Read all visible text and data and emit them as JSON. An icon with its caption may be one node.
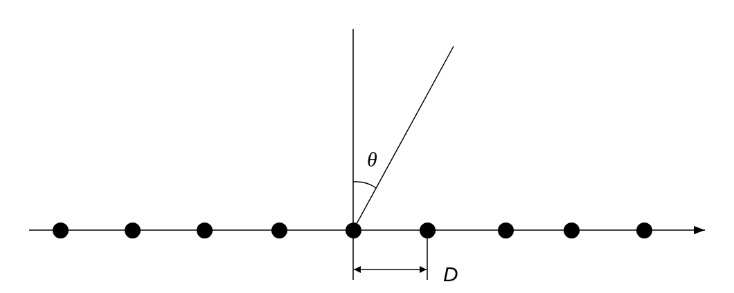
{
  "diagram": {
    "nodes": [
      {
        "text": [],
        "shape": "circle"
      },
      {
        "text": [],
        "shape": "circle"
      },
      {
        "text": [],
        "shape": "circle"
      },
      {
        "text": [],
        "shape": "circle"
      },
      {
        "text": [],
        "shape": "circle"
      },
      {
        "text": [],
        "shape": "circle"
      },
      {
        "text": [],
        "shape": "circle"
      },
      {
        "text": [],
        "shape": "circle"
      },
      {
        "text": [],
        "shape": "circle"
      }
    ],
    "labels": [
      "θ",
      "D"
    ]
  }
}
